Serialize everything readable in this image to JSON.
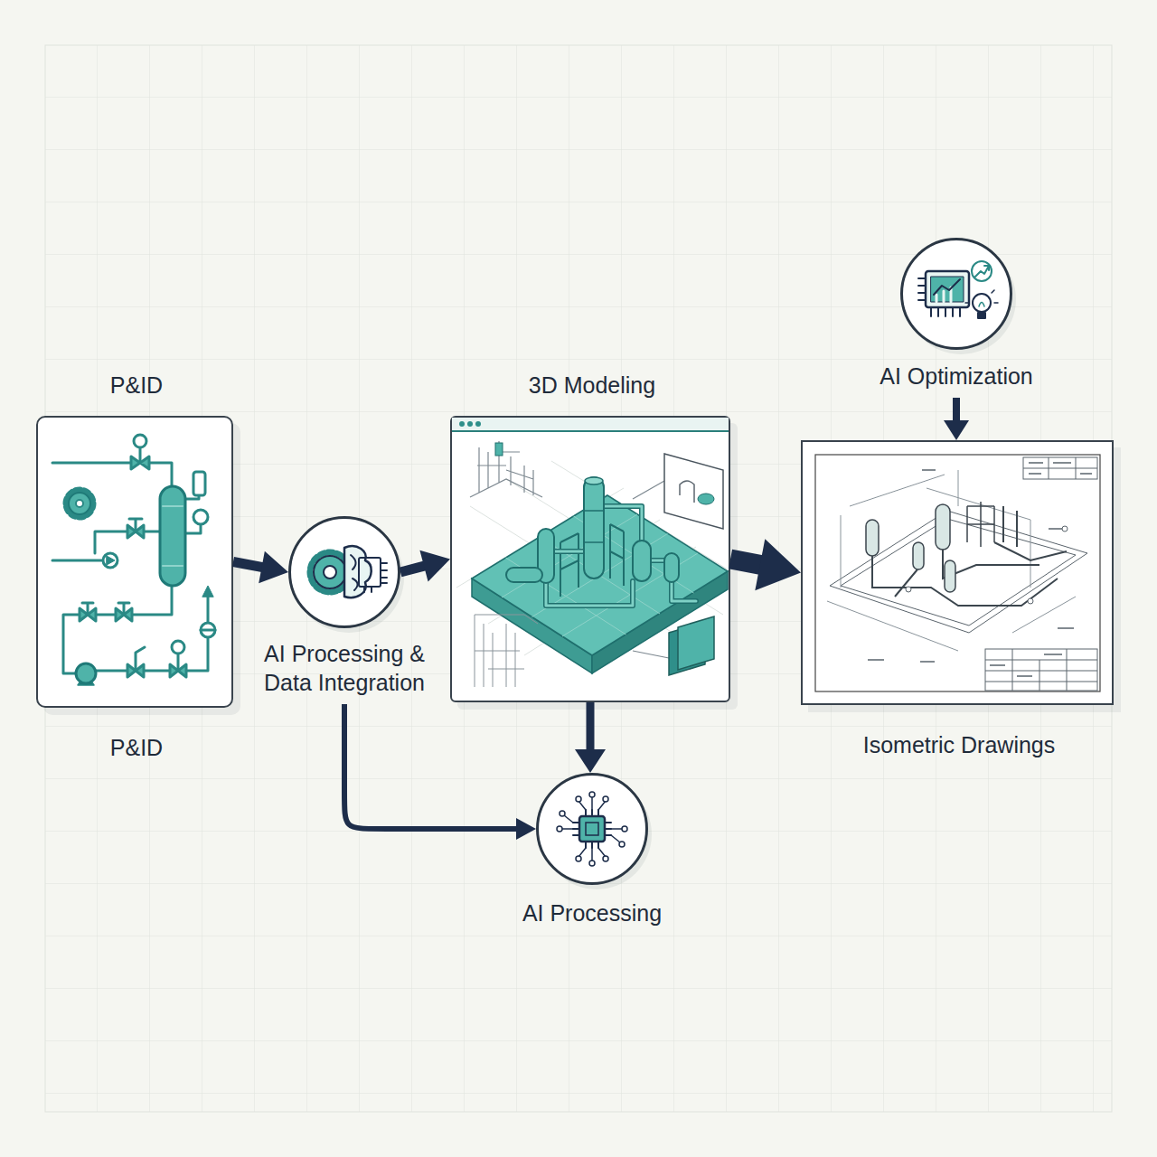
{
  "diagram": {
    "nodes": [
      {
        "text": [
          "P&ID",
          "P&ID"
        ]
      },
      {
        "text": [
          "AI Processing & Data Integration"
        ]
      },
      {
        "text": [
          "3D Modeling"
        ]
      },
      {
        "text": [
          "AI Optimization"
        ]
      },
      {
        "text": [
          "Isometric Drawings"
        ]
      },
      {
        "text": [
          "AI Processing"
        ]
      }
    ],
    "edges": [
      {
        "from": 0,
        "to": 1,
        "arrow": "to"
      },
      {
        "from": 1,
        "to": 2,
        "arrow": "to"
      },
      {
        "from": 2,
        "to": 4,
        "arrow": "to"
      },
      {
        "from": 3,
        "to": 4,
        "arrow": "to"
      },
      {
        "from": 2,
        "to": 5,
        "arrow": "to"
      },
      {
        "from": 1,
        "to": 5,
        "arrow": "to"
      }
    ]
  }
}
